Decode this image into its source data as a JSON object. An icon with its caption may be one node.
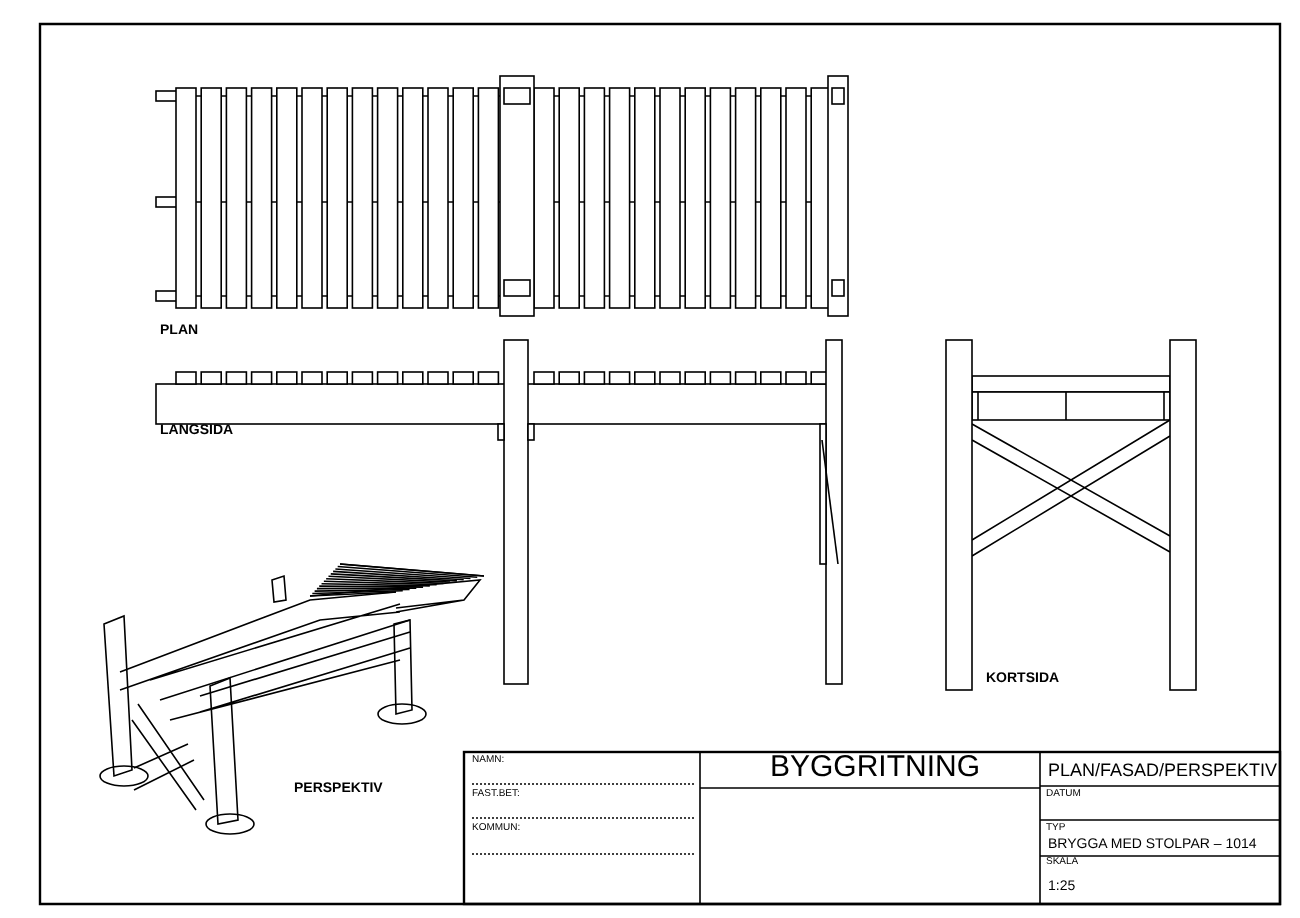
{
  "diagram": {
    "labels": [
      "PLAN",
      "LANGSIDA",
      "KORTSIDA",
      "PERSPEKTIV",
      "NAMN:",
      "FAST.BET:",
      "KOMMUN:",
      "BYGGRITNING",
      "PLAN/FASAD/PERSPEKTIV",
      "DATUM",
      "TYP",
      "BRYGGA MED STOLPAR – 1014",
      "SKALA",
      "1:25"
    ]
  }
}
